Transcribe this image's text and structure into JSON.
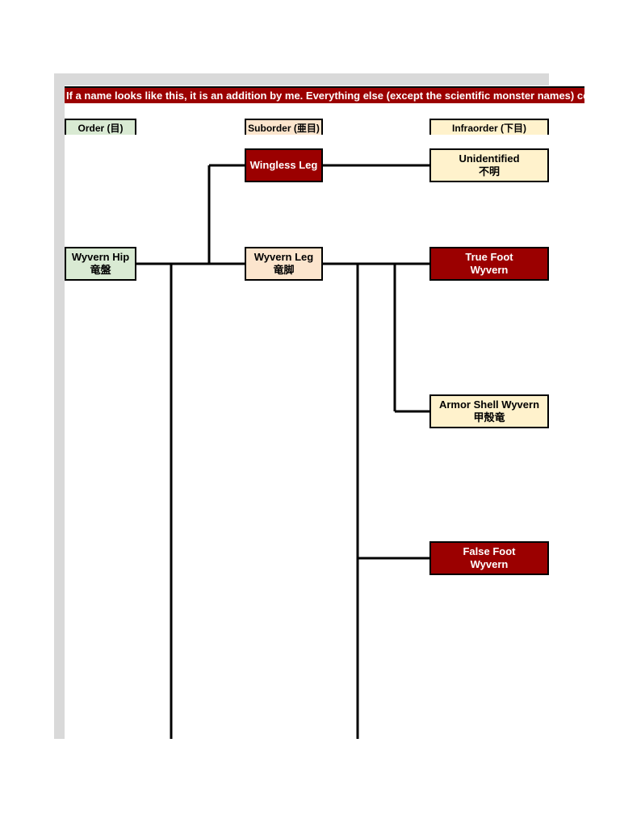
{
  "banner": {
    "text": "If a name looks like this, it is an addition by me. Everything else (except the scientific monster names) comes from official sources."
  },
  "headers": {
    "order": "Order (目)",
    "suborder": "Suborder (亜目)",
    "infraorder": "Infraorder (下目)"
  },
  "nodes": {
    "wyvern_hip": {
      "name": "Wyvern Hip",
      "kanji": "竜盤"
    },
    "wingless_leg": {
      "name": "Wingless Leg"
    },
    "wyvern_leg": {
      "name": "Wyvern Leg",
      "kanji": "竜脚"
    },
    "unidentified": {
      "name": "Unidentified",
      "kanji": "不明"
    },
    "true_foot": {
      "name": "True Foot",
      "name2": "Wyvern"
    },
    "armor_shell": {
      "name": "Armor Shell Wyvern",
      "kanji": "甲殻竜"
    },
    "false_foot": {
      "name": "False Foot",
      "name2": "Wyvern"
    }
  },
  "colors": {
    "addition_red": "#9b0000",
    "order_green": "#d9ead3",
    "suborder_peach": "#fce5cd",
    "infraorder_yellow": "#fff2cc"
  }
}
